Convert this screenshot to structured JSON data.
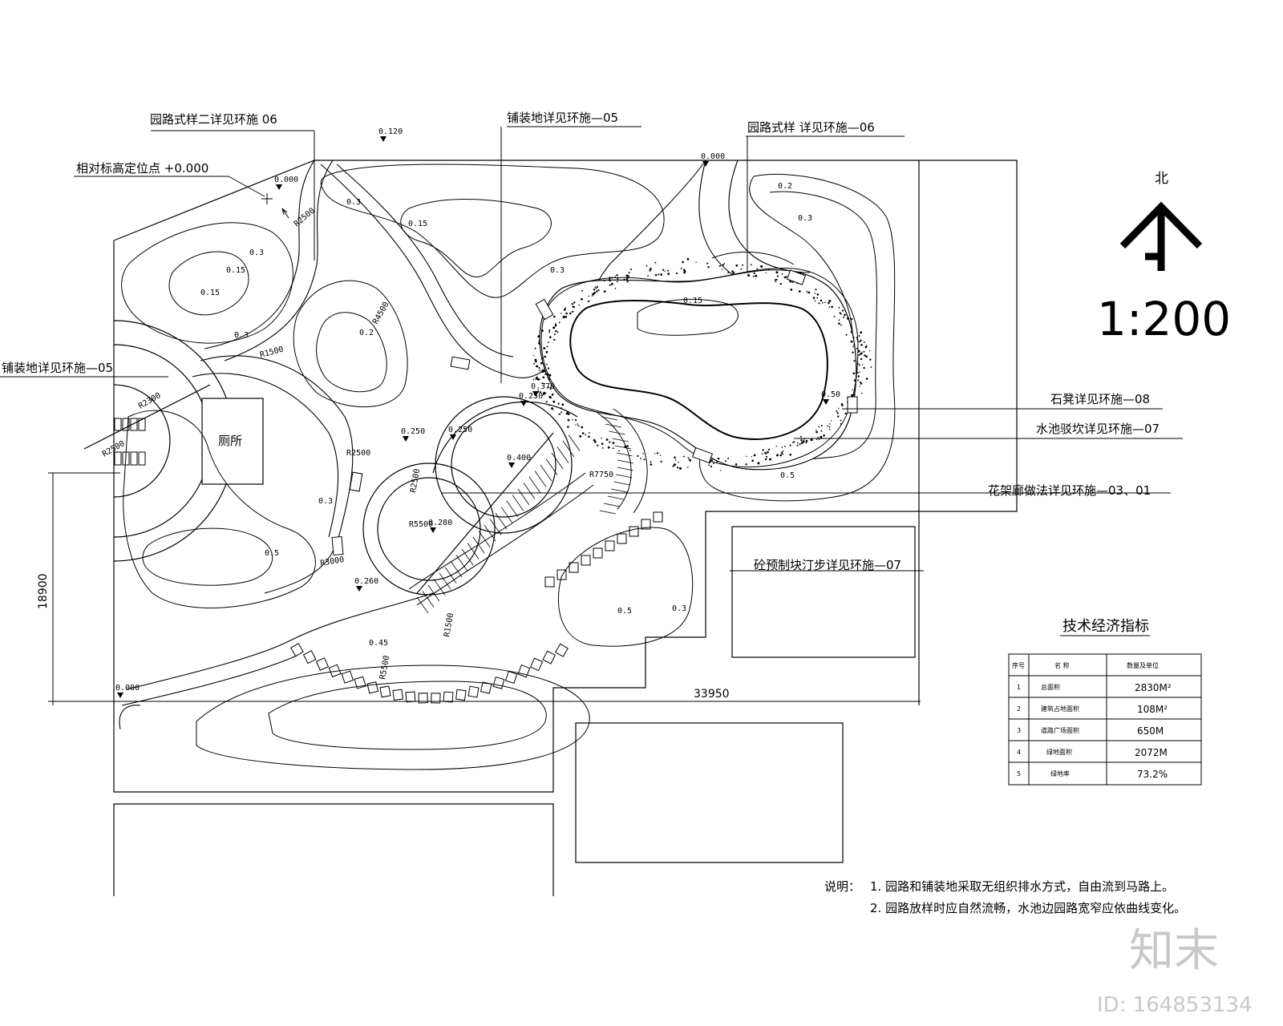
{
  "annotations": {
    "garden_path_style2": "园路式样二详见环施  06",
    "paving_top": "铺装地详见环施—05",
    "garden_path_style1": "园路式样  详见环施—06",
    "relative_elev": "相对标高定位点  +0.000",
    "paving_left": "铺装地详见环施—05",
    "toilet": "厕所",
    "stone_bench": "石凳详见环施—08",
    "pond_revetment": "水池驳坎详见环施—07",
    "pergola": "花架廊做法详见环施—03、01",
    "stepping_stones": "砼预制块汀步详见环施—07"
  },
  "north": {
    "label": "北"
  },
  "scale": {
    "label": "1:200"
  },
  "dimensions": {
    "width": "33950",
    "height": "18900"
  },
  "elevations": [
    "0.120",
    "0.000",
    "0.000",
    "0.250",
    "0.250",
    "0.370",
    "0.400",
    "0.250",
    "0.280",
    "0.260",
    "0.000",
    "0.50"
  ],
  "contours": [
    "0.3",
    "0.15",
    "0.3",
    "0.15",
    "0.3",
    "0.15",
    "0.2",
    "0.3",
    "0.15",
    "0.2",
    "0.3",
    "0.5",
    "0.3",
    "0.45",
    "0.5",
    "0.3",
    "0.5"
  ],
  "radii": [
    "R2500",
    "R3000",
    "R4500",
    "R2500",
    "R1500",
    "R1500",
    "R2300",
    "R2500",
    "R7750",
    "R5500",
    "R2500",
    "R5500"
  ],
  "table": {
    "title": "技术经济指标",
    "headers": [
      "序号",
      "名  称",
      "数量及单位"
    ],
    "rows": [
      [
        "1",
        "总面积",
        "2830M²"
      ],
      [
        "2",
        "建筑占地面积",
        "108M²"
      ],
      [
        "3",
        "道路广场面积",
        "650M"
      ],
      [
        "4",
        "绿地面积",
        "2072M"
      ],
      [
        "5",
        "绿地率",
        "73.2%"
      ]
    ]
  },
  "notes": {
    "label": "说明：",
    "line1": "1.  园路和铺装地采取无组织排水方式，自由流到马路上。",
    "line2": "2.  园路放样时应自然流畅，水池边园路宽窄应依曲线变化。"
  },
  "watermark": {
    "logo": "知末",
    "id": "ID: 164853134"
  }
}
